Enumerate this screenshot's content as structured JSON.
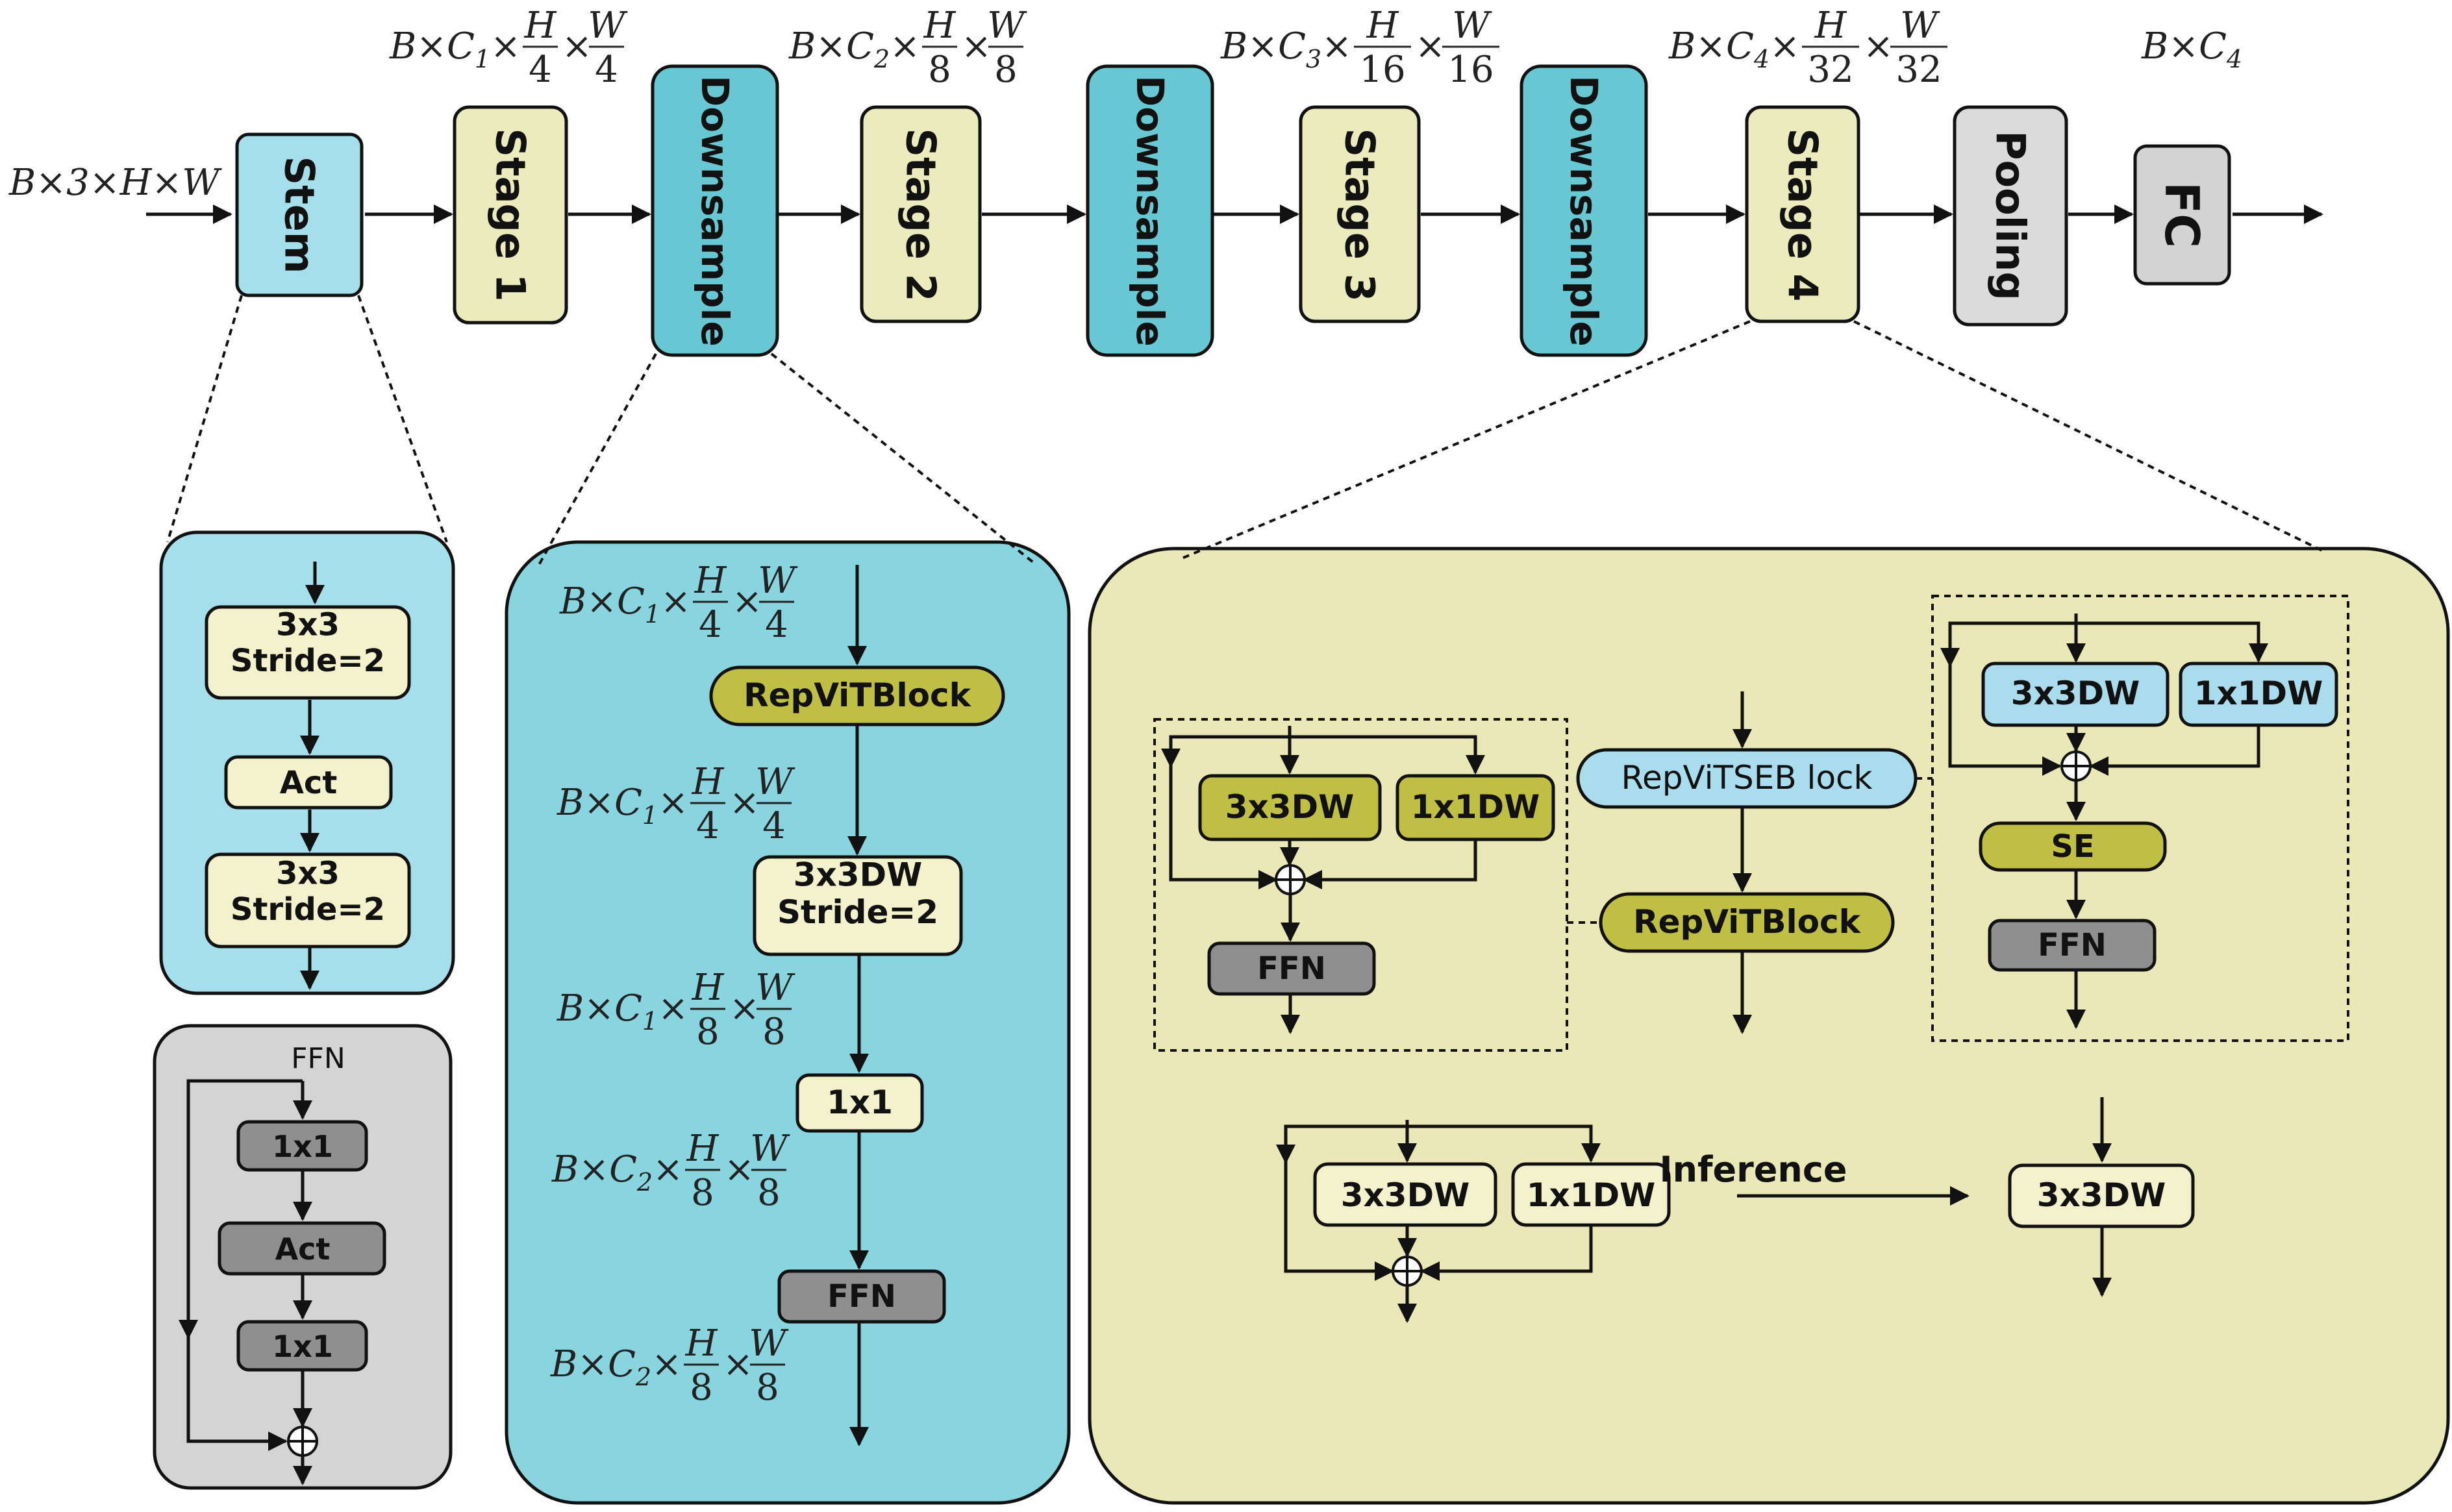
{
  "main_flow": {
    "input_dims": "B×3×H×W",
    "blocks": [
      "Stem",
      "Stage 1",
      "Downsample",
      "Stage 2",
      "Downsample",
      "Stage 3",
      "Downsample",
      "Stage 4",
      "Pooling",
      "FC"
    ],
    "dims_top": [
      {
        "prefix": "B×C",
        "sub": "1",
        "num1": "H",
        "den1": "4",
        "num2": "W",
        "den2": "4"
      },
      {
        "prefix": "B×C",
        "sub": "2",
        "num1": "H",
        "den1": "8",
        "num2": "W",
        "den2": "8"
      },
      {
        "prefix": "B×C",
        "sub": "3",
        "num1": "H",
        "den1": "16",
        "num2": "W",
        "den2": "16"
      },
      {
        "prefix": "B×C",
        "sub": "4",
        "num1": "H",
        "den1": "32",
        "num2": "W",
        "den2": "32"
      }
    ],
    "dims_final": {
      "prefix": "B×C",
      "sub": "4"
    }
  },
  "stem_detail": {
    "blocks": [
      "3x3\nStride=2",
      "Act",
      "3x3\nStride=2"
    ]
  },
  "ffn_detail": {
    "title": "FFN",
    "blocks": [
      "1x1",
      "Act",
      "1x1"
    ]
  },
  "downsample_detail": {
    "blocks": [
      "RepViTBlock",
      "3x3DW\nStride=2",
      "1x1",
      "FFN"
    ],
    "dims": [
      {
        "prefix": "B×C",
        "sub": "1",
        "num1": "H",
        "den1": "4",
        "num2": "W",
        "den2": "4"
      },
      {
        "prefix": "B×C",
        "sub": "1",
        "num1": "H",
        "den1": "4",
        "num2": "W",
        "den2": "4"
      },
      {
        "prefix": "B×C",
        "sub": "1",
        "num1": "H",
        "den1": "8",
        "num2": "W",
        "den2": "8"
      },
      {
        "prefix": "B×C",
        "sub": "2",
        "num1": "H",
        "den1": "8",
        "num2": "W",
        "den2": "8"
      },
      {
        "prefix": "B×C",
        "sub": "2",
        "num1": "H",
        "den1": "8",
        "num2": "W",
        "den2": "8"
      }
    ]
  },
  "stage_detail": {
    "center_blocks": [
      "RepViTSEB lock",
      "RepViTBlock"
    ],
    "left_block": [
      "3x3DW",
      "1x1DW",
      "FFN"
    ],
    "right_block": [
      "3x3DW",
      "1x1DW",
      "SE",
      "FFN"
    ],
    "reparam_blocks": [
      "3x3DW",
      "1x1DW"
    ],
    "inference_label": "Inference",
    "inference_result": "3x3DW"
  },
  "colors": {
    "stem": "#a6dfec",
    "stage": "#ecebbd",
    "downsample": "#67c7d3",
    "pooling": "#dbdbdb",
    "fc": "#d3d3d3",
    "downsample_panel": "#88d4df",
    "stage_panel": "#ebe8b8",
    "ffn_panel": "#d4d4d4",
    "olive": "#bfbf44",
    "light_blue": "#a9dcec",
    "dark_gray": "#8f8f8f",
    "cream": "#f3f2cd"
  }
}
